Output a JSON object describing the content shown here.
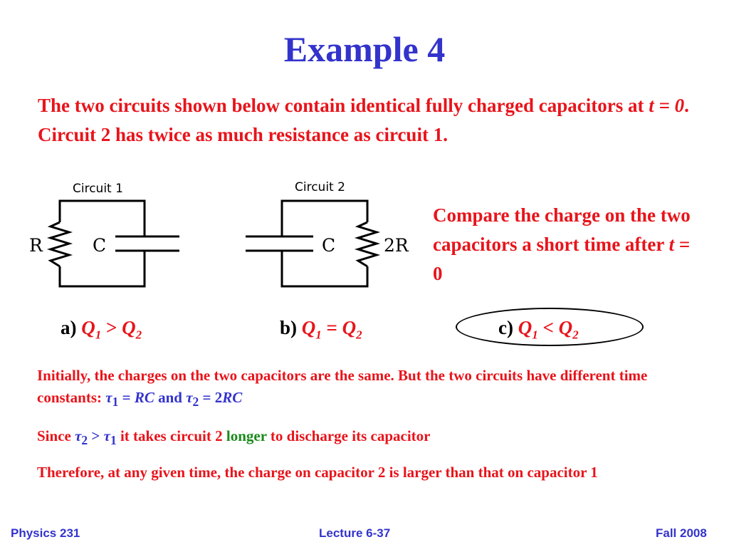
{
  "slide": {
    "title": "Example 4",
    "intro": {
      "part1": "The two circuits shown below contain identical fully charged capacitors at ",
      "t_var": "t",
      "eq_zero": " = 0",
      "part2": ".  Circuit 2 has twice as much resistance as circuit 1."
    },
    "circuit1": {
      "label": "Circuit 1",
      "resistor_label": "R",
      "capacitor_label": "C"
    },
    "circuit2": {
      "label": "Circuit 2",
      "resistor_label": "2R",
      "capacitor_label": "C"
    },
    "compare": {
      "text": "Compare the charge on the two capacitors a short time after ",
      "t_var": "t",
      "eq_zero": " = 0"
    },
    "choices": [
      {
        "letter": "a)",
        "q1": "Q",
        "sub1": "1",
        "op": " > ",
        "q2": "Q",
        "sub2": "2"
      },
      {
        "letter": "b)",
        "q1": "Q",
        "sub1": "1",
        "op": " = ",
        "q2": "Q",
        "sub2": "2"
      },
      {
        "letter": "c)",
        "q1": "Q",
        "sub1": "1",
        "op": " < ",
        "q2": "Q",
        "sub2": "2"
      }
    ],
    "explanation": {
      "line1_text": "Initially, the charges on the two capacitors are the same. But the two circuits have different time constants: ",
      "tau": "τ",
      "sub1": "1",
      "eq1": " = ",
      "rc1": "RC",
      "and": " and ",
      "sub2": "2",
      "eq2": " = 2",
      "rc2": "RC",
      "line2_since": "Since ",
      "gt": " > ",
      "line2_mid": " it takes circuit 2 ",
      "longer": "longer",
      "line2_end": " to discharge its capacitor",
      "line3": "Therefore, at any given time, the charge on capacitor 2 is larger than that on capacitor 1"
    }
  },
  "footer": {
    "left": "Physics 231",
    "center": "Lecture 6-37",
    "right": "Fall 2008"
  }
}
